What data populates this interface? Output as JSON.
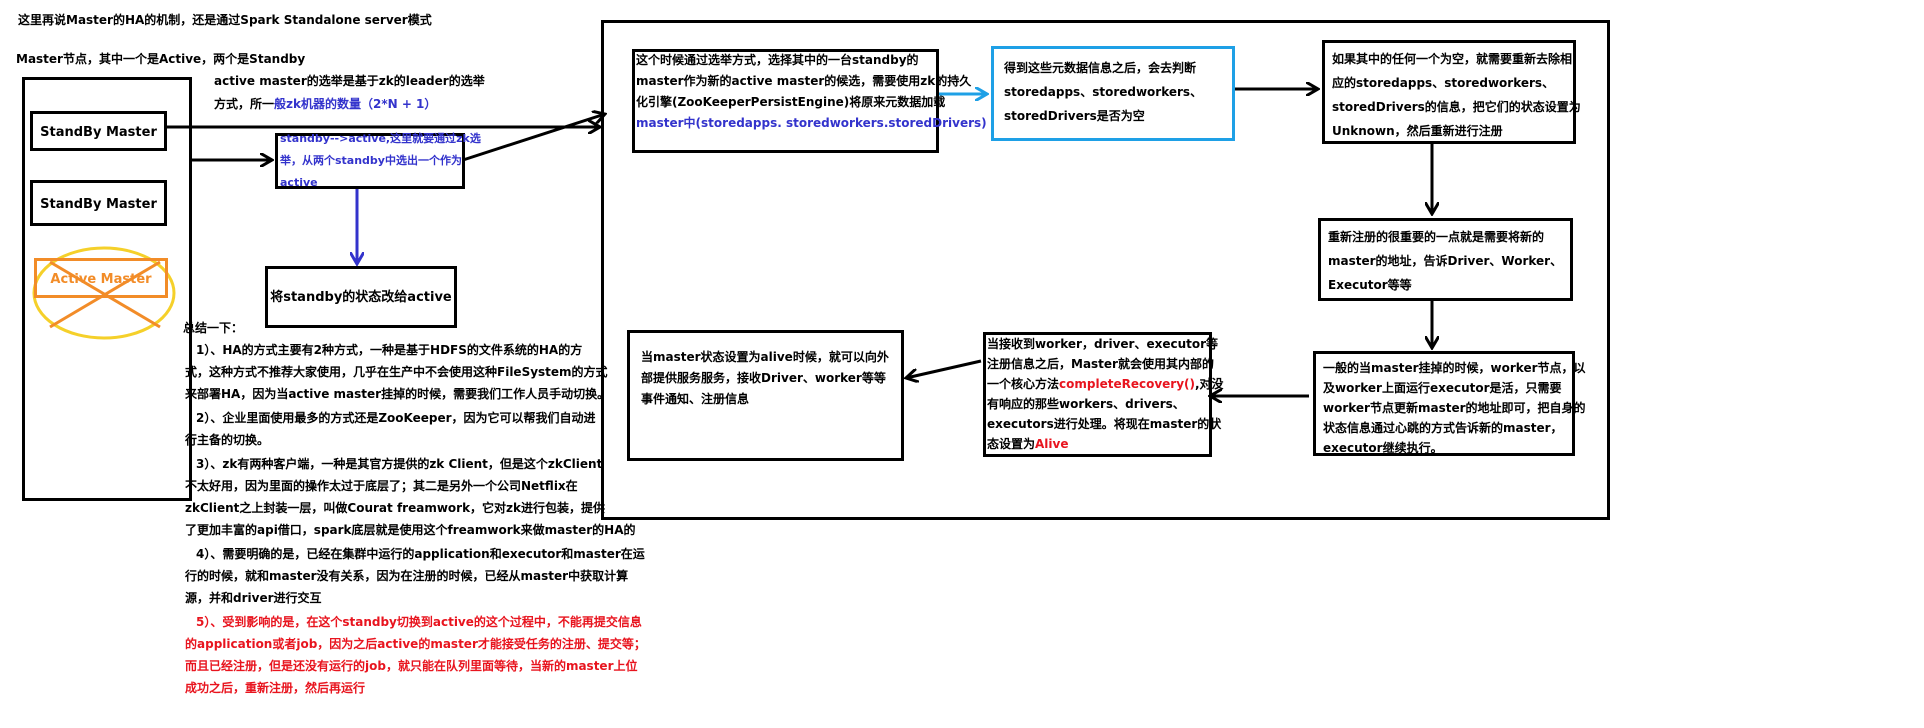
{
  "header": {
    "title": "这里再说Master的HA的机制，还是通过Spark Standalone server模式",
    "subtitle": "Master节点，其中一个是Active，两个是Standby"
  },
  "election_note": {
    "line1": "active master的选举是基于zk的leader的选举",
    "line2_prefix": "方式，所一",
    "line2_blue": "般zk机器的数量（2*N + 1）"
  },
  "cluster": {
    "standby1": "StandBy Master",
    "standby2": "StandBy Master",
    "active": "Active Master"
  },
  "switch_box": {
    "line1": "standby-->active,这里就要通过zk选",
    "line2": "举，从两个standby中选出一个作为",
    "line3": "active"
  },
  "change_state_box": "将standby的状态改给active",
  "flow": {
    "box1": {
      "line1": "这个时候通过选举方式，选择其中的一台standby的",
      "line2": "master作为新的active master的候选，需要使用zk的持久",
      "line3": "化引擎(ZooKeeperPersistEngine)将原来元数据加载",
      "line4": "master中(storedapps. storedworkers.storedDrivers)"
    },
    "box2": {
      "line1": "得到这些元数据信息之后，会去判断",
      "line2": "storedapps、storedworkers、",
      "line3": "storedDrivers是否为空"
    },
    "box3": {
      "line1": "如果其中的任何一个为空，就需要重新去除相",
      "line2": "应的storedapps、storedworkers、",
      "line3": "storedDrivers的信息，把它们的状态设置为",
      "line4": "Unknown，然后重新进行注册"
    },
    "box4": {
      "line1": "重新注册的很重要的一点就是需要将新的",
      "line2": "master的地址，告诉Driver、Worker、",
      "line3": "Executor等等"
    },
    "box5": {
      "line1": "一般的当master挂掉的时候，worker节点，以",
      "line2": "及worker上面运行executor是活，只需要",
      "line3": "worker节点更新master的地址即可，把自身的",
      "line4": "状态信息通过心跳的方式告诉新的master，",
      "line5": "executor继续执行。"
    },
    "box6": {
      "line1": "当接收到worker，driver、executor等",
      "line2": "注册信息之后，Master就会使用其内部的",
      "line3_prefix": "一个核心方法",
      "line3_red": "completeRecovery()",
      "line3_suffix": ",对没",
      "line4": "有响应的那些workers、drivers、",
      "line5": "executors进行处理。将现在master的状",
      "line6_prefix": "态设置为",
      "line6_red": "Alive"
    },
    "box7": {
      "line1": "当master状态设置为alive时候，就可以向外",
      "line2": "部提供服务服务，接收Driver、worker等等",
      "line3": "事件通知、注册信息"
    }
  },
  "summary": {
    "heading": "总结一下：",
    "lines": [
      "1）、HA的方式主要有2种方式，一种是基于HDFS的文件系统的HA的方",
      "式，这种方式不推荐大家使用，几乎在生产中不会使用这种FileSystem的方式",
      "来部署HA，因为当active master挂掉的时候，需要我们工作人员手动切换。",
      "2）、企业里面使用最多的方式还是ZooKeeper，因为它可以帮我们自动进",
      "行主备的切换。",
      "3）、zk有两种客户端，一种是其官方提供的zk Client，但是这个zkClient",
      "不太好用，因为里面的操作太过于底层了；其二是另外一个公司Netflix在",
      "zkClient之上封装一层，叫做Courat freamwork，它对zk进行包装，提供",
      "了更加丰富的api借口，spark底层就是使用这个freamwork来做master的HA的",
      "4）、需要明确的是，已经在集群中运行的application和executor和master在运",
      "行的时候，就和master没有关系，因为在注册的时候，已经从master中获取计算",
      "源，并和driver进行交互"
    ],
    "red_lines": [
      "5）、受到影响的是，在这个standby切换到active的这个过程中，不能再提交信息",
      "的application或者job，因为之后active的master才能接受任务的注册、提交等；",
      "而且已经注册，但是还没有运行的job，就只能在队列里面等待，当新的master上位",
      "成功之后，重新注册，然后再运行"
    ]
  },
  "colors": {
    "blue": "#3333cc",
    "cyan": "#1ea0e6",
    "red": "#e8141e",
    "orange": "#f28c28",
    "yellow": "#f5d02a"
  }
}
